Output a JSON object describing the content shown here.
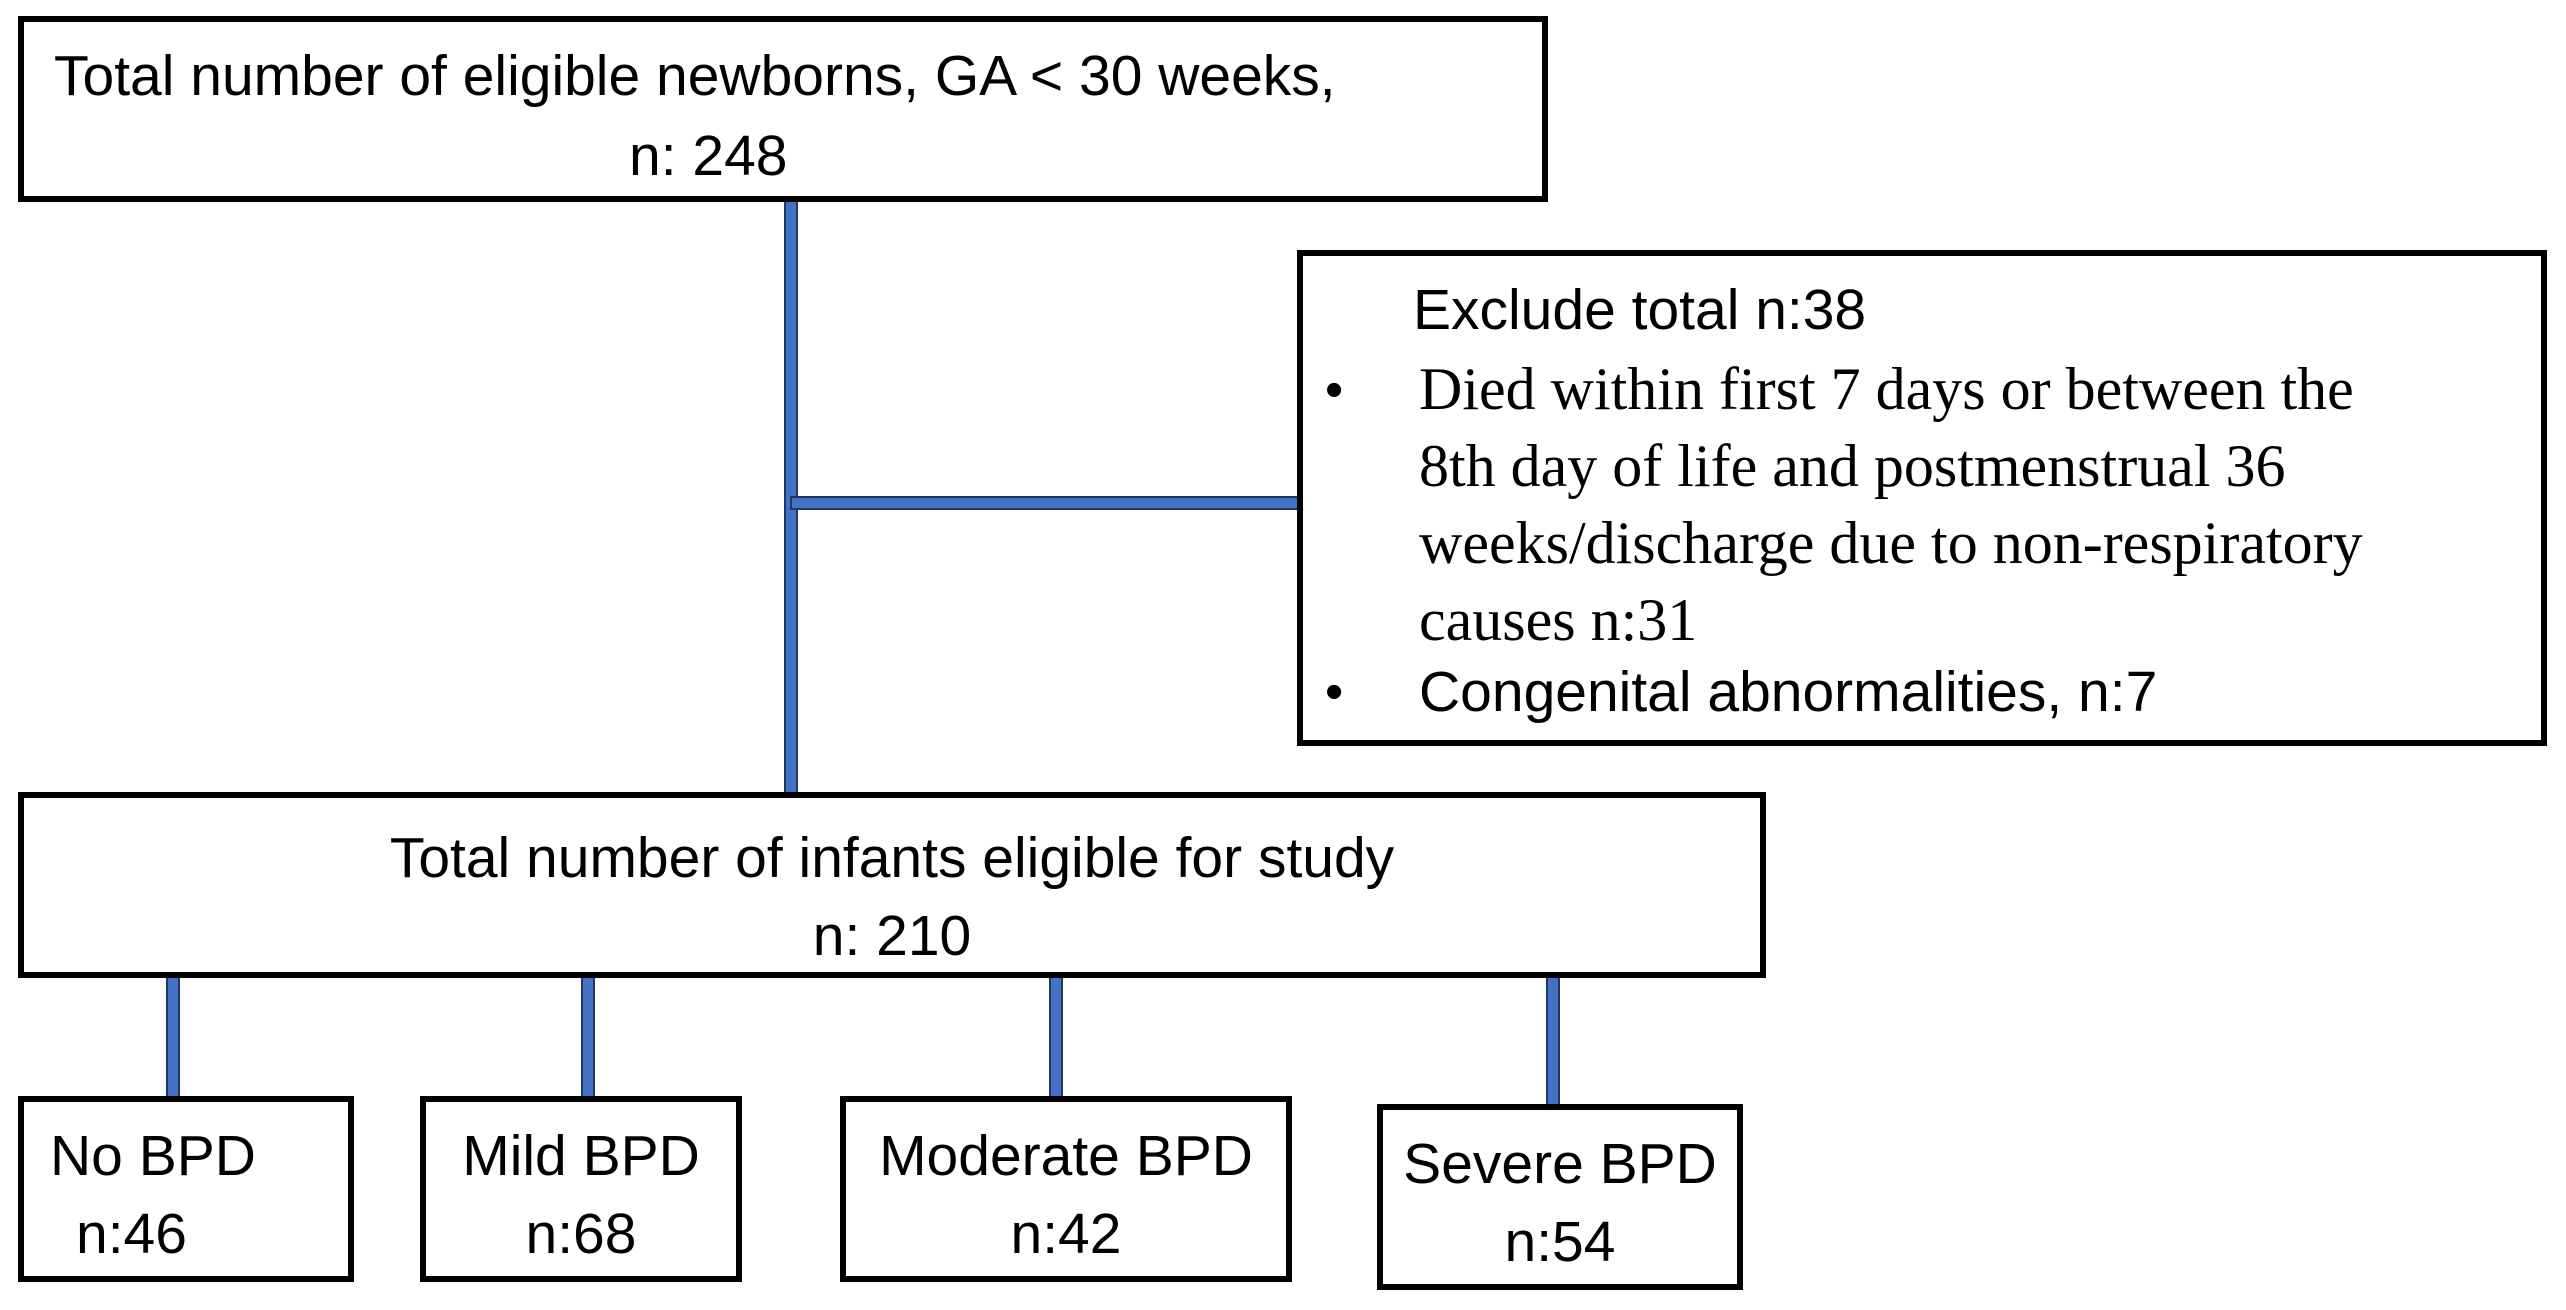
{
  "top_box": {
    "line1": "Total number of eligible newborns, GA < 30 weeks,",
    "line2": "n: 248"
  },
  "exclusion_box": {
    "heading": "Exclude total n:38",
    "bullet_symbol": "•",
    "item1_lines": [
      "Died within first 7 days or between the",
      "8th day of life and postmenstrual 36",
      "weeks/discharge due to non-respiratory",
      "causes n:31"
    ],
    "item2": "Congenital abnormalities, n:7"
  },
  "middle_box": {
    "line1": "Total number of infants eligible for study",
    "line2": "n: 210"
  },
  "outcome_boxes": [
    {
      "label": "No BPD",
      "count": "n:46"
    },
    {
      "label": "Mild BPD",
      "count": "n:68"
    },
    {
      "label": "Moderate BPD",
      "count": "n:42"
    },
    {
      "label": "Severe BPD",
      "count": "n:54"
    }
  ],
  "colors": {
    "connector_fill": "#4472c4",
    "connector_edge": "#1f3864",
    "box_border": "#000000"
  }
}
